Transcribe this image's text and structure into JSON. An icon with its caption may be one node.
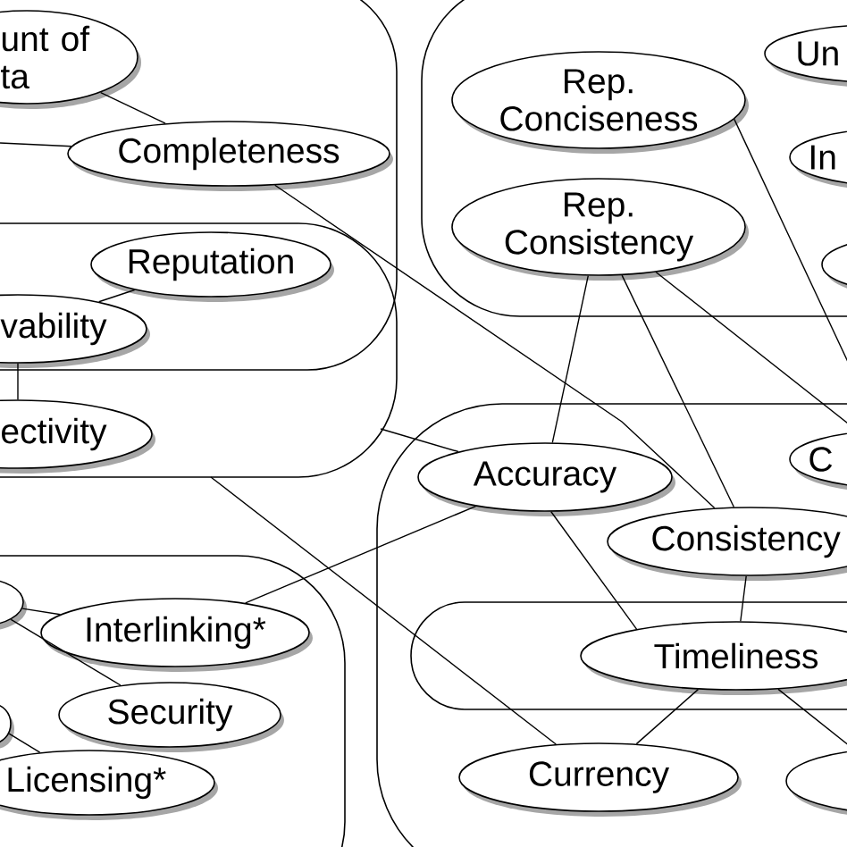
{
  "diagram": {
    "nodes": [
      {
        "text": [
          "unt of ta"
        ]
      },
      {
        "text": [
          "Completeness"
        ]
      },
      {
        "text": [
          "Reputation"
        ]
      },
      {
        "text": [
          "vability"
        ]
      },
      {
        "text": [
          "ectivity"
        ]
      },
      {
        "text": [
          "Rep. Conciseness"
        ]
      },
      {
        "text": [
          "Un"
        ]
      },
      {
        "text": [
          "Rep. Consistency"
        ]
      },
      {
        "text": [
          "In"
        ]
      },
      {
        "text": [],
        "shape": "ellipse"
      },
      {
        "text": [
          "C"
        ]
      },
      {
        "text": [
          "Accuracy"
        ]
      },
      {
        "text": [
          "Consistency"
        ]
      },
      {
        "text": [],
        "shape": "ellipse"
      },
      {
        "text": [
          "Interlinking*"
        ]
      },
      {
        "text": [
          "Timeliness"
        ]
      },
      {
        "text": [
          "Security"
        ]
      },
      {
        "text": [],
        "shape": "ellipse"
      },
      {
        "text": [
          "Licensing*"
        ]
      },
      {
        "text": [
          "Currency"
        ]
      },
      {
        "text": [],
        "shape": "ellipse"
      }
    ],
    "edges": [
      {
        "from": 0,
        "to": 1,
        "arrow": "none"
      },
      {
        "from": null,
        "to": 1,
        "arrow": "none"
      },
      {
        "from": 1,
        "to": 12,
        "arrow": "none"
      },
      {
        "from": 2,
        "to": 3,
        "arrow": "none"
      },
      {
        "from": 3,
        "to": 4,
        "arrow": "none"
      },
      {
        "from": null,
        "to": 19,
        "arrow": "none"
      },
      {
        "from": 14,
        "to": 11,
        "arrow": "none"
      },
      {
        "from": 13,
        "to": 14,
        "arrow": "none"
      },
      {
        "from": 13,
        "to": 16,
        "arrow": "none"
      },
      {
        "from": 17,
        "to": 18,
        "arrow": "none"
      },
      {
        "from": 5,
        "to": 10,
        "arrow": "none"
      },
      {
        "from": 7,
        "to": 11,
        "arrow": "none"
      },
      {
        "from": 7,
        "to": 12,
        "arrow": "none"
      },
      {
        "from": 7,
        "to": 10,
        "arrow": "none"
      },
      {
        "from": null,
        "to": 11,
        "arrow": "none"
      },
      {
        "from": 11,
        "to": 15,
        "arrow": "none"
      },
      {
        "from": 12,
        "to": 15,
        "arrow": "none"
      },
      {
        "from": 15,
        "to": 19,
        "arrow": "none"
      },
      {
        "from": 15,
        "to": 20,
        "arrow": "none"
      }
    ]
  }
}
